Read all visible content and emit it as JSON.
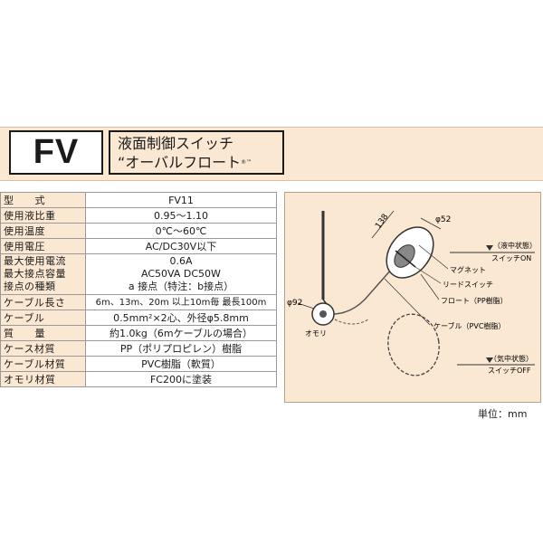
{
  "header": {
    "model": "FV",
    "title_line1": "液面制御スイッチ",
    "title_line2": "“オーバルフロート",
    "title_mark": "®™"
  },
  "spec_table": [
    {
      "label": "型　　式",
      "value": "FV11"
    },
    {
      "label": "使用液比重",
      "value": "0.95～1.10"
    },
    {
      "label": "使用温度",
      "value": "0℃～60℃"
    },
    {
      "label": "使用電圧",
      "value": "AC/DC30V以下"
    },
    {
      "label_lines": [
        "最大使用電流",
        "最大接点容量",
        "接点の種類"
      ],
      "value_lines": [
        "0.6A",
        "AC50VA DC50W",
        "a 接点（特注：b接点）"
      ]
    },
    {
      "label": "ケーブル長さ",
      "value": "6m、13m、20m 以上10m毎 最長100m"
    },
    {
      "label": "ケーブル",
      "value": "0.5mm²×2心、外径φ5.8mm"
    },
    {
      "label": "質　　量",
      "value": "約1.0kg（6mケーブルの場合）"
    },
    {
      "label": "ケース材質",
      "value": "PP（ポリプロピレン）樹脂"
    },
    {
      "label": "ケーブル材質",
      "value": "PVC樹脂（軟質）"
    },
    {
      "label": "オモリ材質",
      "value": "FC200に塗装"
    }
  ],
  "diagram": {
    "dim_138": "138",
    "dim_52": "φ52",
    "dim_92": "φ92",
    "labels": {
      "liquid_on": "（液中状態）",
      "switch_on": "スイッチON",
      "magnet": "マグネット",
      "reed_switch": "リードスイッチ",
      "float": "フロート（PP樹脂）",
      "cable": "ケーブル（PVC樹脂）",
      "weight": "オモリ",
      "air_state": "（気中状態）",
      "switch_off": "スイッチOFF"
    }
  },
  "unit_note": "単位：mm"
}
